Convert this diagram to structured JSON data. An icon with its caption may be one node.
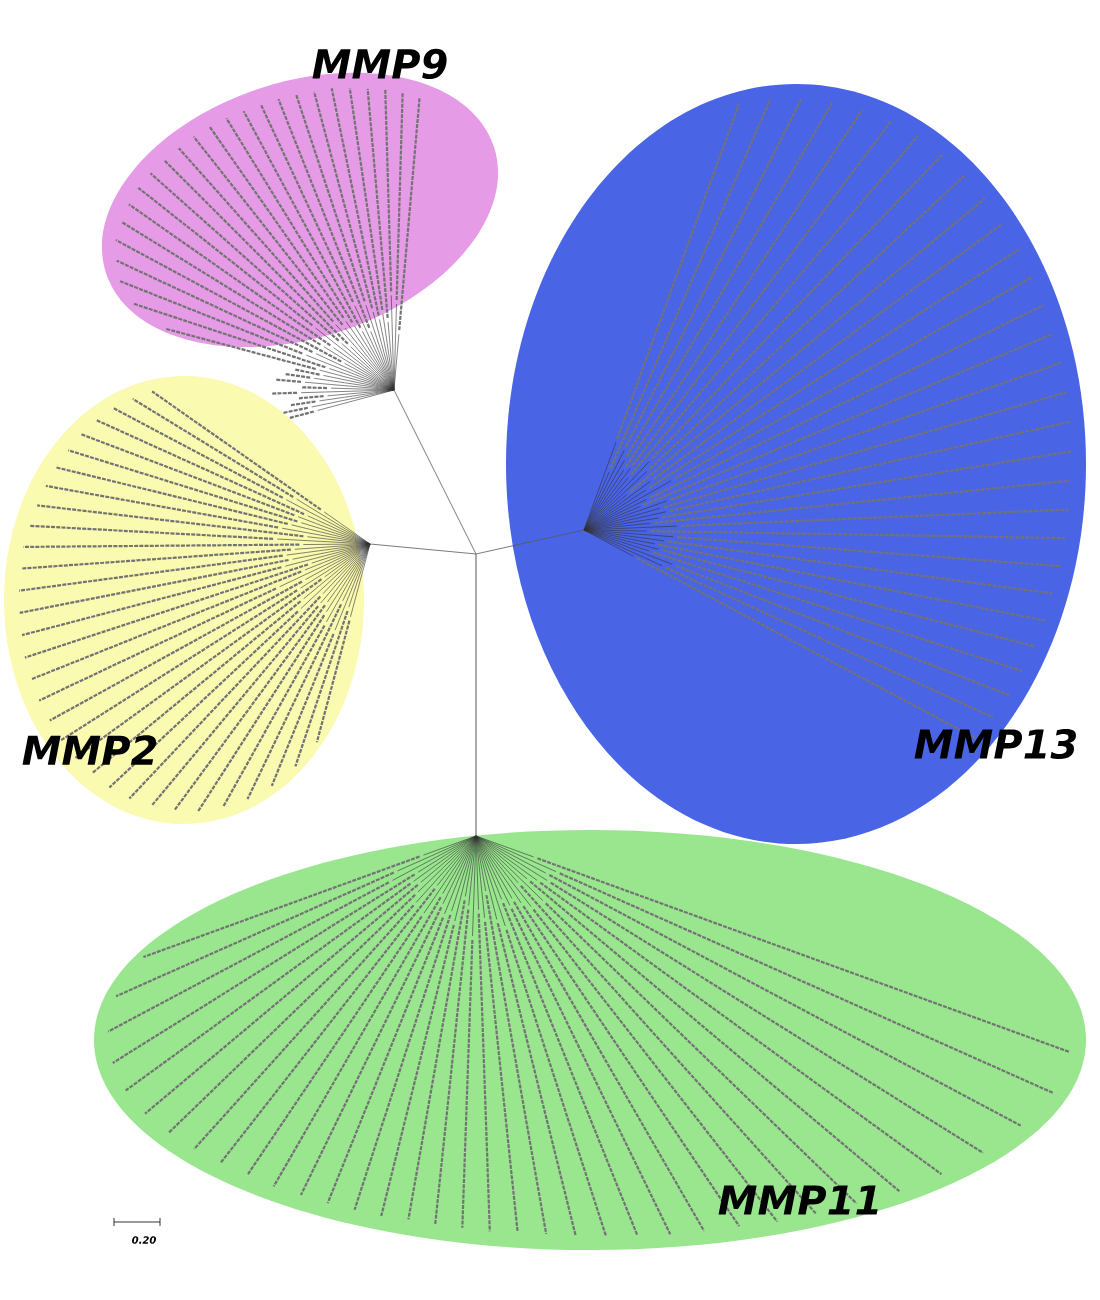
{
  "diagram": {
    "nodes": [
      {
        "text": [
          "MMP9"
        ]
      },
      {
        "text": [
          "MMP2"
        ]
      },
      {
        "text": [
          "MMP13"
        ]
      },
      {
        "text": [
          "MMP11"
        ]
      }
    ],
    "labels": [
      "0.20"
    ]
  }
}
